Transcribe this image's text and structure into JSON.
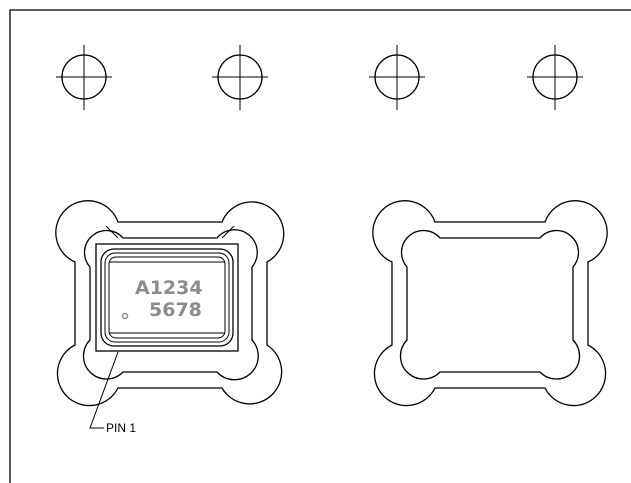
{
  "chip": {
    "marking_line1": "A1234",
    "marking_line2": "5678"
  },
  "callout": {
    "label": "PIN 1"
  }
}
